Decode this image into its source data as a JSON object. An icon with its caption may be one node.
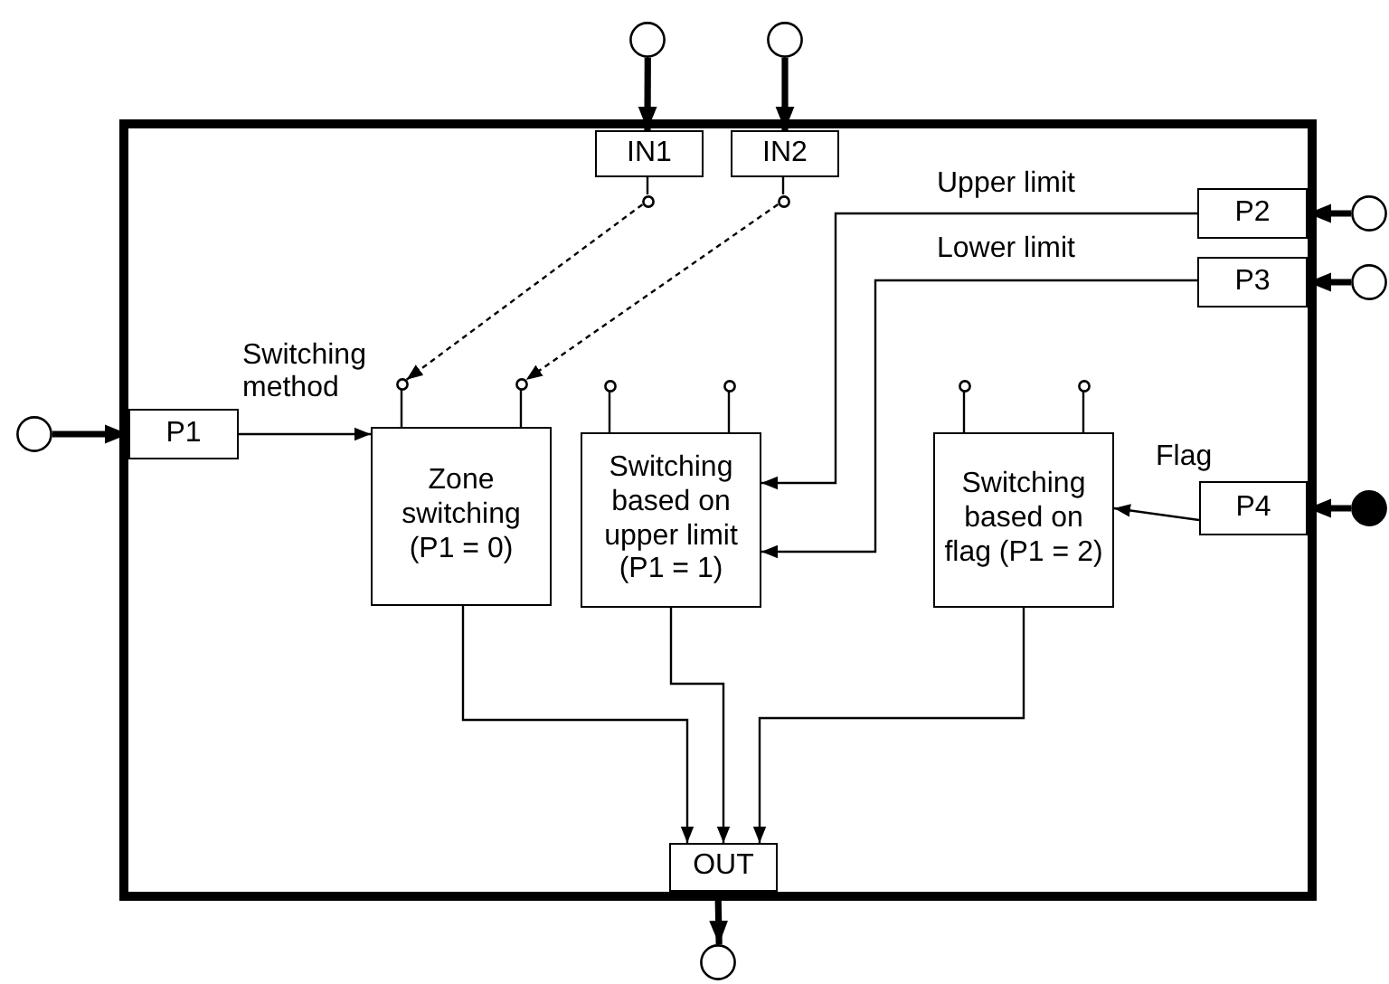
{
  "diagram": {
    "nodes": [
      {
        "text": [],
        "shape": "box"
      },
      {
        "text": [],
        "shape": "circle"
      },
      {
        "text": [],
        "shape": "circle"
      },
      {
        "text": [
          "IN1"
        ],
        "in": 0
      },
      {
        "text": [
          "IN2"
        ],
        "in": 0
      },
      {
        "text": [],
        "shape": "circle",
        "in": 0
      },
      {
        "text": [],
        "shape": "circle",
        "in": 0
      },
      {
        "text": [
          "P2"
        ],
        "in": 0
      },
      {
        "text": [],
        "shape": "circle"
      },
      {
        "text": [
          "P3"
        ],
        "in": 0
      },
      {
        "text": [],
        "shape": "circle"
      },
      {
        "text": [],
        "shape": "circle"
      },
      {
        "text": [
          "P1"
        ],
        "in": 0
      },
      {
        "text": [],
        "shape": "circle",
        "in": 0
      },
      {
        "text": [],
        "shape": "circle",
        "in": 0
      },
      {
        "text": [],
        "shape": "circle",
        "in": 0
      },
      {
        "text": [],
        "shape": "circle",
        "in": 0
      },
      {
        "text": [],
        "shape": "circle",
        "in": 0
      },
      {
        "text": [],
        "shape": "circle",
        "in": 0
      },
      {
        "text": [
          "Zone switching (P1 = 0)"
        ],
        "in": 0
      },
      {
        "text": [
          "Switching based on upper limit (P1 = 1)"
        ],
        "in": 0
      },
      {
        "text": [
          "P4"
        ],
        "in": 0
      },
      {
        "text": [],
        "shape": "dot"
      },
      {
        "text": [
          "Switching based on flag (P1 = 2)"
        ],
        "in": 0
      },
      {
        "text": [
          "OUT"
        ],
        "in": 0
      },
      {
        "text": [],
        "shape": "circle"
      }
    ],
    "edges": [
      {
        "from": 1,
        "to": 3,
        "arrow": "to",
        "style": "thick"
      },
      {
        "from": 2,
        "to": 4,
        "arrow": "to",
        "style": "thick"
      },
      {
        "from": 3,
        "to": 5,
        "arrow": "none"
      },
      {
        "from": 4,
        "to": 6,
        "arrow": "none"
      },
      {
        "from": 5,
        "to": 13,
        "arrow": "to",
        "style": "dashed"
      },
      {
        "from": 6,
        "to": 14,
        "arrow": "to",
        "style": "dashed"
      },
      {
        "from": 8,
        "to": 7,
        "arrow": "to",
        "style": "thick"
      },
      {
        "from": 10,
        "to": 9,
        "arrow": "to",
        "style": "thick"
      },
      {
        "from": 11,
        "to": 12,
        "arrow": "to",
        "style": "thick"
      },
      {
        "from": 12,
        "to": 19,
        "arrow": "to",
        "label": "Switching method"
      },
      {
        "from": 7,
        "to": 20,
        "arrow": "to",
        "label": "Upper limit"
      },
      {
        "from": 9,
        "to": 20,
        "arrow": "to",
        "label": "Lower limit"
      },
      {
        "from": 13,
        "to": 19,
        "arrow": "none"
      },
      {
        "from": 14,
        "to": 19,
        "arrow": "none"
      },
      {
        "from": 15,
        "to": 20,
        "arrow": "none"
      },
      {
        "from": 16,
        "to": 20,
        "arrow": "none"
      },
      {
        "from": 17,
        "to": 23,
        "arrow": "none"
      },
      {
        "from": 18,
        "to": 23,
        "arrow": "none"
      },
      {
        "from": 22,
        "to": 21,
        "arrow": "to",
        "style": "thick"
      },
      {
        "from": 21,
        "to": 23,
        "arrow": "to",
        "label": "Flag"
      },
      {
        "from": 19,
        "to": 24,
        "arrow": "to"
      },
      {
        "from": 20,
        "to": 24,
        "arrow": "to"
      },
      {
        "from": 23,
        "to": 24,
        "arrow": "to"
      },
      {
        "from": 24,
        "to": 25,
        "arrow": "to",
        "style": "thick"
      }
    ]
  }
}
